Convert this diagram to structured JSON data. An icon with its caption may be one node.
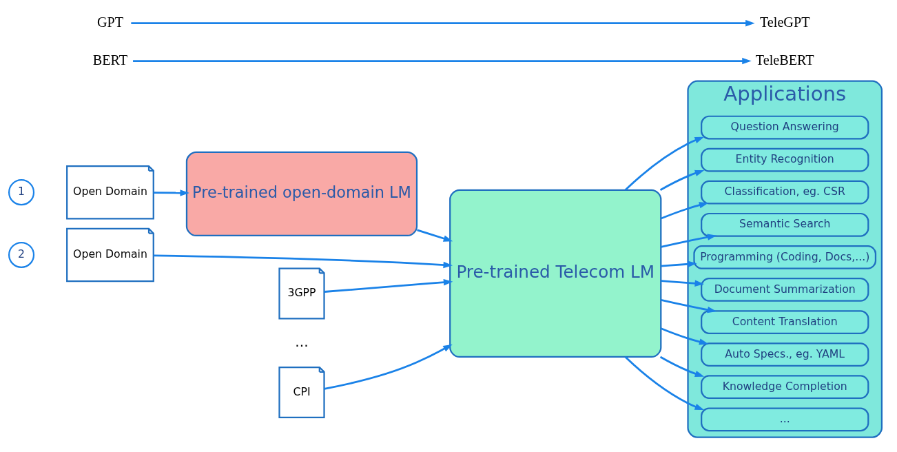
{
  "diagram": {
    "nodes": [
      {
        "text": [
          "1"
        ]
      },
      {
        "text": [
          "Open Domain"
        ]
      },
      {
        "text": [
          "Pre-trained open-domain LM"
        ]
      },
      {
        "text": [
          "2"
        ]
      },
      {
        "text": [
          "Open Domain"
        ]
      },
      {
        "text": [
          "3GPP"
        ]
      },
      {
        "text": [
          "CPI"
        ]
      },
      {
        "text": [
          "Pre-trained Telecom LM"
        ]
      },
      {
        "text": [
          "Applications"
        ]
      },
      {
        "text": [
          "Question Answering"
        ],
        "in": 8
      },
      {
        "text": [
          "Entity Recognition"
        ],
        "in": 8
      },
      {
        "text": [
          "Classification, eg. CSR"
        ],
        "in": 8
      },
      {
        "text": [
          "Semantic Search"
        ],
        "in": 8
      },
      {
        "text": [
          "Programming (Coding, Docs,...)"
        ],
        "in": 8
      },
      {
        "text": [
          "Document Summarization"
        ],
        "in": 8
      },
      {
        "text": [
          "Content Translation"
        ],
        "in": 8
      },
      {
        "text": [
          "Auto Specs., eg. YAML"
        ],
        "in": 8
      },
      {
        "text": [
          "Knowledge Completion"
        ],
        "in": 8
      },
      {
        "text": [
          "..."
        ],
        "in": 8
      },
      {
        "text": [
          "BERT"
        ]
      },
      {
        "text": [
          "TeleBERT"
        ]
      },
      {
        "text": [
          "GPT"
        ]
      },
      {
        "text": [
          "TeleGPT"
        ]
      }
    ],
    "edges": [
      {
        "from": 1,
        "to": 2,
        "arrow": "to"
      },
      {
        "from": 2,
        "to": 7,
        "arrow": "to"
      },
      {
        "from": 4,
        "to": 7,
        "arrow": "to"
      },
      {
        "from": 5,
        "to": 7,
        "arrow": "to"
      },
      {
        "from": 6,
        "to": 7,
        "arrow": "to"
      },
      {
        "from": 7,
        "to": 9,
        "arrow": "to"
      },
      {
        "from": 7,
        "to": 10,
        "arrow": "to"
      },
      {
        "from": 7,
        "to": 11,
        "arrow": "to"
      },
      {
        "from": 7,
        "to": 12,
        "arrow": "to"
      },
      {
        "from": 7,
        "to": 13,
        "arrow": "to"
      },
      {
        "from": 7,
        "to": 14,
        "arrow": "to"
      },
      {
        "from": 7,
        "to": 15,
        "arrow": "to"
      },
      {
        "from": 7,
        "to": 16,
        "arrow": "to"
      },
      {
        "from": 7,
        "to": 17,
        "arrow": "to"
      },
      {
        "from": 7,
        "to": 18,
        "arrow": "to"
      },
      {
        "from": 19,
        "to": 20,
        "arrow": "to"
      },
      {
        "from": 21,
        "to": 22,
        "arrow": "to"
      }
    ],
    "labels": [
      "..."
    ]
  }
}
